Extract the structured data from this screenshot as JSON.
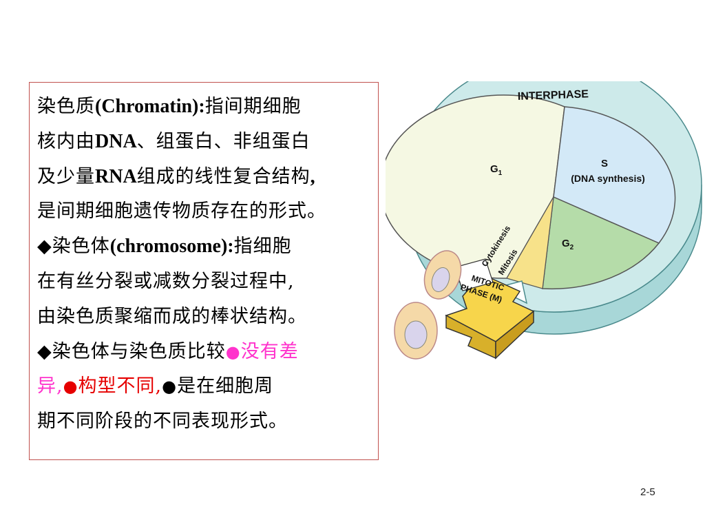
{
  "text_box": {
    "line1": {
      "a": "染色质",
      "b": "(Chromatin):",
      "c": "指间期细胞"
    },
    "line2": {
      "a": "核内由",
      "b": "DNA",
      "c": "、组蛋白、非组蛋白"
    },
    "line3": {
      "a": "及少量",
      "b": "RNA",
      "c": "组成的线性复合结构",
      "d": ","
    },
    "line4": "是间期细胞遗传物质存在的形式。",
    "line5": {
      "a": "◆染色体",
      "b": "(chromosome):",
      "c": "指细胞"
    },
    "line6": "在有丝分裂或减数分裂过程中,",
    "line7": "由染色质聚缩而成的棒状结构。",
    "line8": {
      "a": "◆染色体与染色质比较",
      "b": "●",
      "c": "没有差"
    },
    "line9": {
      "a": "异,",
      "b": "●",
      "c": "构型不同,",
      "d": "●",
      "e": "是在细胞周"
    },
    "line10": "期不同阶段的不同表现形式。"
  },
  "diagram": {
    "interphase": "INTERPHASE",
    "g1": "G",
    "g1_sub": "1",
    "s": "S",
    "s_desc": "(DNA synthesis)",
    "g2": "G",
    "g2_sub": "2",
    "cytokinesis": "Cytokinesis",
    "mitosis": "Mitosis",
    "mitotic_1": "MITOTIC",
    "mitotic_2": "PHASE (M)"
  },
  "colors": {
    "border": "#c0504d",
    "ring": "#cdeaea",
    "g1_fill": "#f5f8e3",
    "s_fill": "#d3e9f7",
    "g2_fill": "#b5dca9",
    "arrow_yellow": "#f7d54b",
    "pink": "#ff33cc",
    "red": "#e60000"
  },
  "page_number": "2-5"
}
